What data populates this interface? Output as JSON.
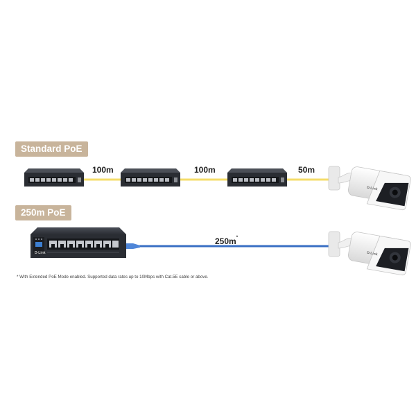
{
  "sections": {
    "standard": {
      "label": "Standard PoE",
      "segments": [
        "100m",
        "100m",
        "50m"
      ]
    },
    "extended": {
      "label": "250m PoE",
      "distance": "250m",
      "distance_mark": "*"
    }
  },
  "footnote": "* With Extended PoE Mode enabled. Supported data rates up to 10Mbps with Cat.5E cable or above.",
  "brand": "D-Link",
  "colors": {
    "label_bg": "#c8b49b",
    "standard_cable": "#f5dc6a",
    "extended_cable": "#3a6fc4",
    "switch_body": "#2a2d33"
  }
}
